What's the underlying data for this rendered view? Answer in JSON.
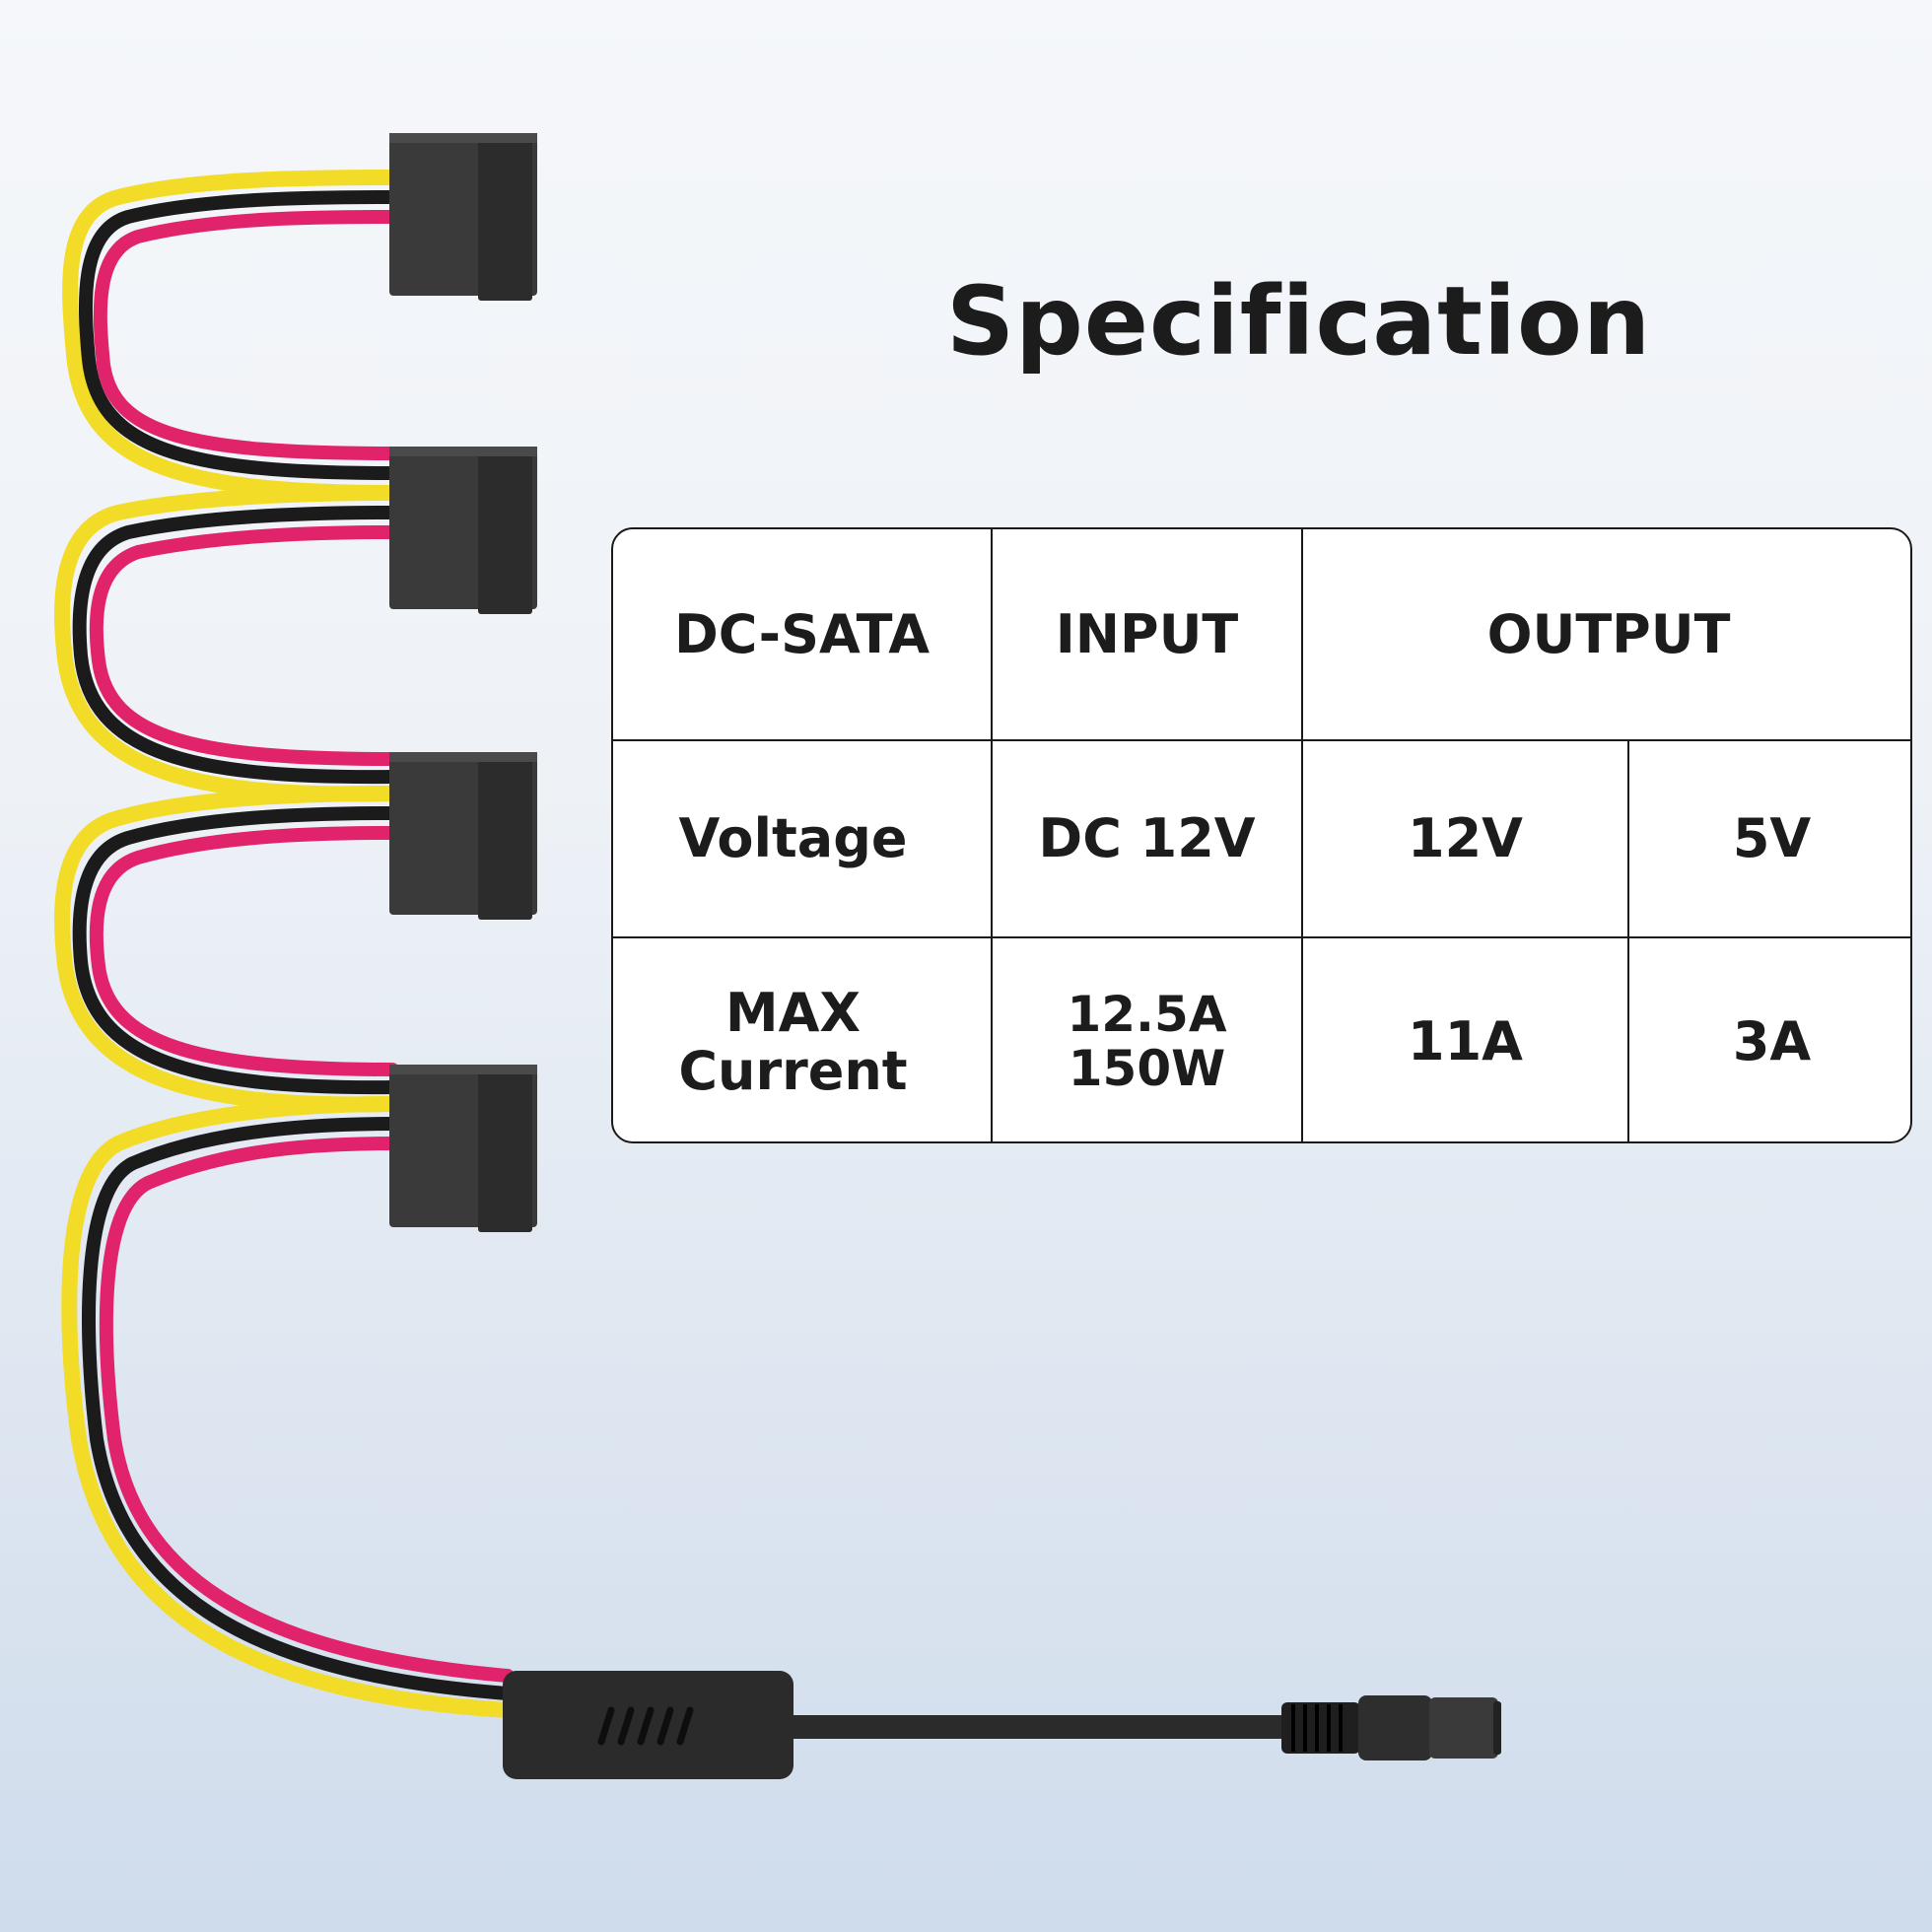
{
  "title": "Specification",
  "table": {
    "header": {
      "col1": "DC-SATA",
      "col2": "INPUT",
      "col3": "OUTPUT"
    },
    "rows": [
      {
        "label": "Voltage",
        "input": "DC 12V",
        "out_12v": "12V",
        "out_5v": "5V"
      },
      {
        "label_line1": "MAX",
        "label_line2": "Current",
        "input": "12.5A 150W",
        "out_12v": "11A",
        "out_5v": "3A"
      }
    ]
  },
  "colors": {
    "wire_yellow": "#f2dc28",
    "wire_black": "#1b1b1b",
    "wire_pink": "#e0236b",
    "connector": "#3a3a3a",
    "text": "#1c1c1c"
  }
}
